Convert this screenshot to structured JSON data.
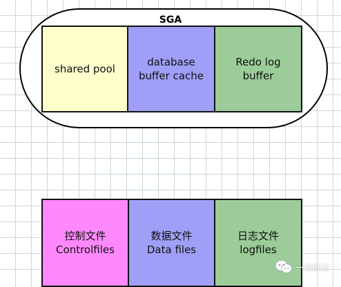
{
  "sga": {
    "title": "SGA",
    "components": [
      {
        "line1": "shared pool",
        "line2": "",
        "color": "#ffffcc"
      },
      {
        "line1": "database",
        "line2": "buffer cache",
        "color": "#9f9ff7"
      },
      {
        "line1": "Redo log",
        "line2": "buffer",
        "color": "#9ccc99"
      }
    ]
  },
  "files": [
    {
      "line1": "控制文件",
      "line2": "Controlfiles",
      "color": "#ff88ff"
    },
    {
      "line1": "数据文件",
      "line2": "Data files",
      "color": "#9f9ff7"
    },
    {
      "line1": "日志文件",
      "line2": "logfiles",
      "color": "#9ccc99"
    }
  ],
  "watermark": {
    "text": "一森咖记",
    "icon": "wechat-icon"
  }
}
